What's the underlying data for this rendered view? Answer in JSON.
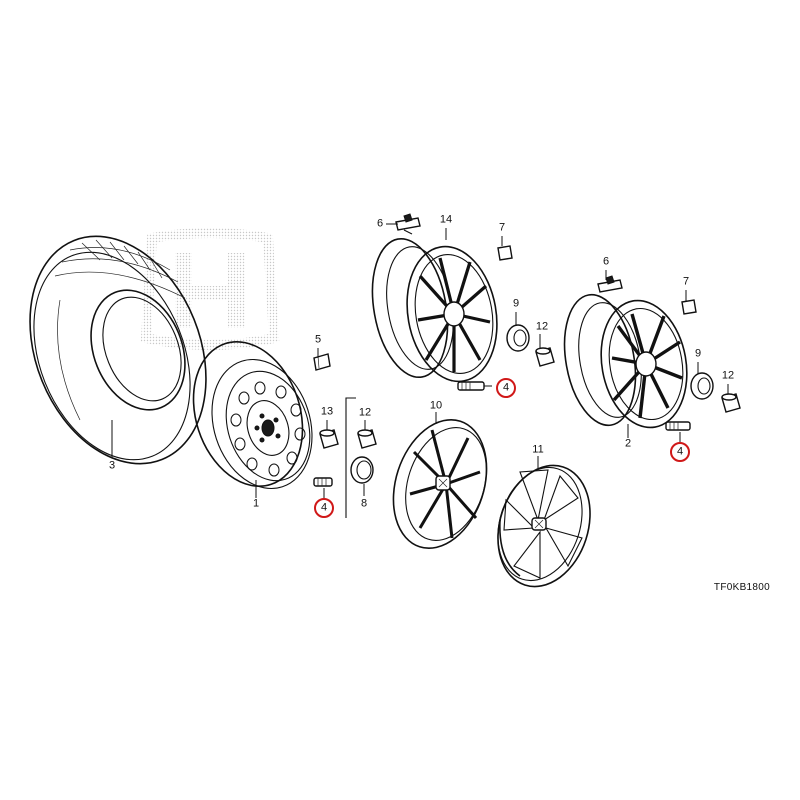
{
  "diagram": {
    "code": "TF0KB1800",
    "highlight_color": "#d01818",
    "parts": [
      {
        "number": "1",
        "part": "steel-wheel"
      },
      {
        "number": "2",
        "part": "alloy-wheel-b"
      },
      {
        "number": "3",
        "part": "tire"
      },
      {
        "number": "4",
        "part": "tpms-valve-stem",
        "highlighted": true
      },
      {
        "number": "5",
        "part": "wheel-balance-weight"
      },
      {
        "number": "6",
        "part": "wheel-balance-weight-clip"
      },
      {
        "number": "7",
        "part": "wheel-balance-weight-small"
      },
      {
        "number": "8",
        "part": "center-cap-steel"
      },
      {
        "number": "9",
        "part": "center-cap-alloy"
      },
      {
        "number": "11",
        "part": "wheel-cover-b"
      },
      {
        "number": "10",
        "part": "wheel-cover-a"
      },
      {
        "number": "12",
        "part": "wheel-nut"
      },
      {
        "number": "13",
        "part": "wheel-nut-steel"
      },
      {
        "number": "14",
        "part": "alloy-wheel-a"
      }
    ],
    "labels": {
      "n1": "1",
      "n2": "2",
      "n3": "3",
      "n4a": "4",
      "n4b": "4",
      "n4c": "4",
      "n5": "5",
      "n6a": "6",
      "n6b": "6",
      "n7a": "7",
      "n7b": "7",
      "n8": "8",
      "n9a": "9",
      "n9b": "9",
      "n10": "10",
      "n11": "11",
      "n12a": "12",
      "n12b": "12",
      "n12c": "12",
      "n13": "13",
      "n14": "14"
    }
  }
}
